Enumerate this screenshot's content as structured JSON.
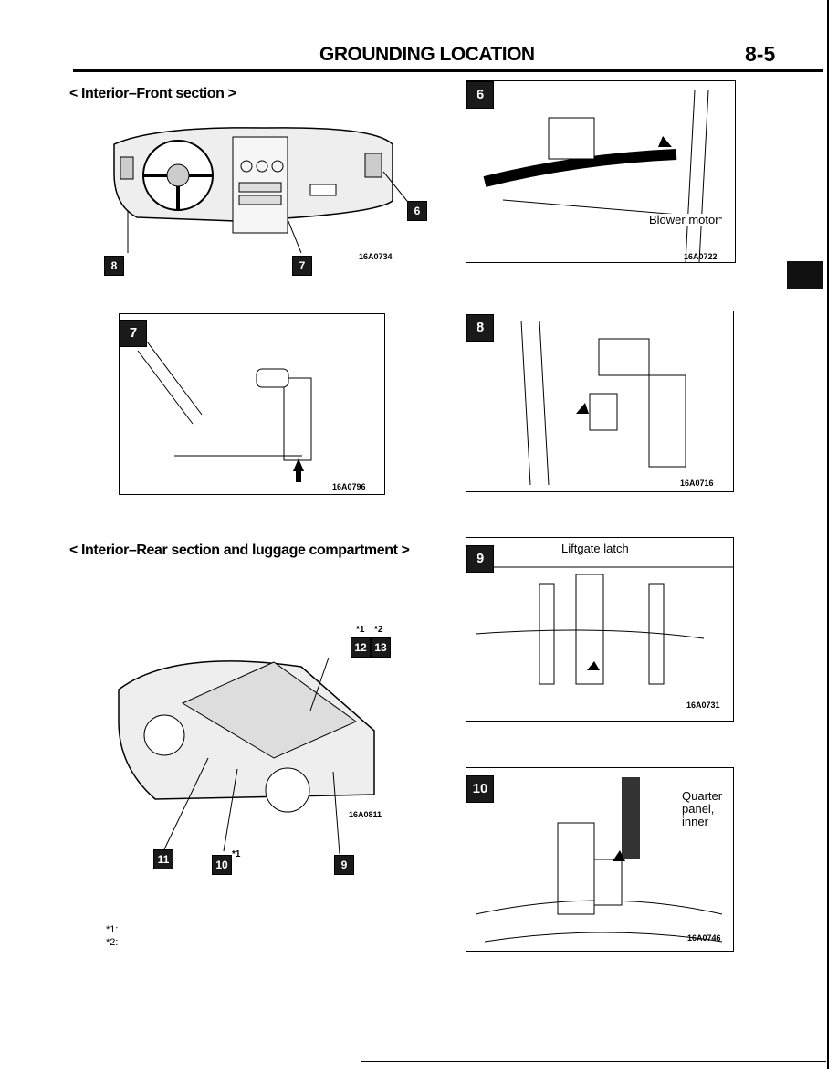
{
  "header": {
    "title": "GROUNDING LOCATION",
    "page": "8-5"
  },
  "sections": {
    "front": "< Interior–Front section >",
    "rear": "< Interior–Rear section and luggage compartment >"
  },
  "figures": {
    "dash": {
      "code": "16A0734",
      "markers": [
        "6",
        "7",
        "8"
      ]
    },
    "fig6": {
      "number": "6",
      "label": "Blower motor",
      "code": "16A0722"
    },
    "fig7": {
      "number": "7",
      "code": "16A0796"
    },
    "fig8": {
      "number": "8",
      "code": "16A0716"
    },
    "fig9": {
      "number": "9",
      "label": "Liftgate latch",
      "code": "16A0731"
    },
    "fig10": {
      "number": "10",
      "label_lines": [
        "Quarter",
        "panel,",
        "inner"
      ],
      "code": "16A0746"
    },
    "car": {
      "code": "16A0811",
      "markers": [
        "9",
        "10",
        "11",
        "12",
        "13"
      ],
      "star1": "*1",
      "star2": "*2"
    }
  },
  "footnotes": [
    "*1:",
    "*2:"
  ]
}
